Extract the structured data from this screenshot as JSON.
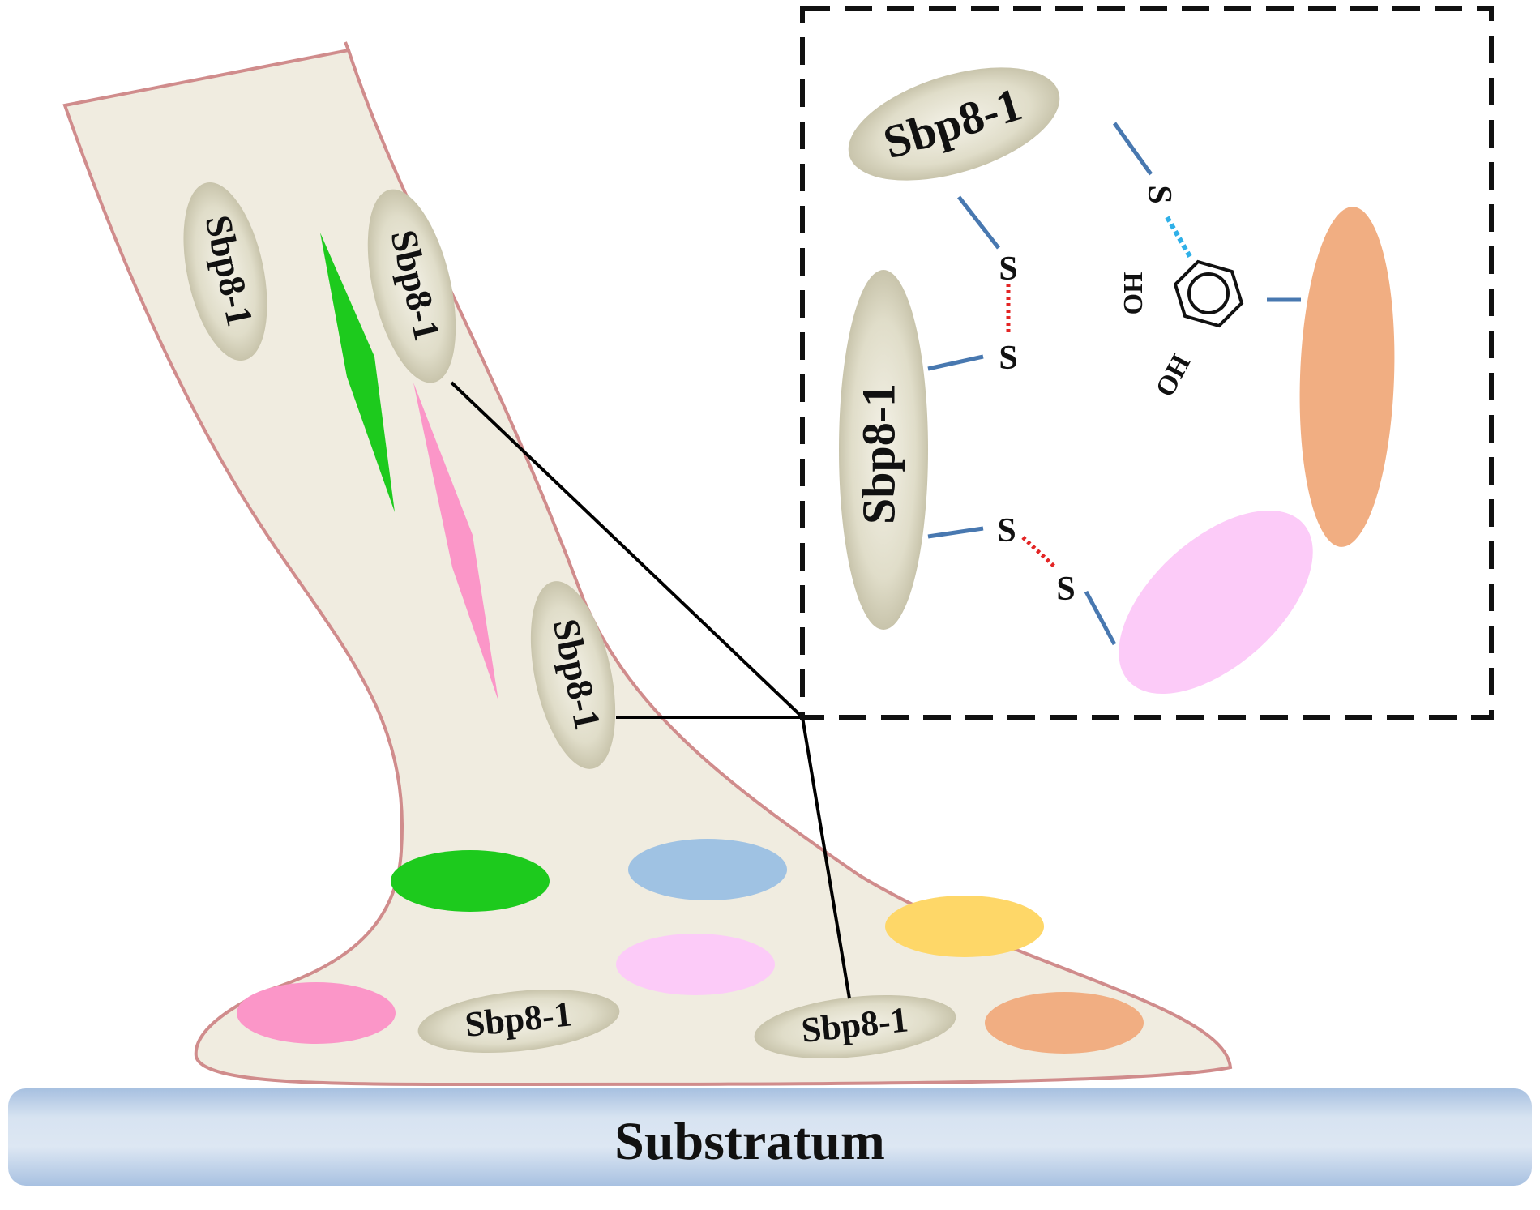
{
  "protein_label": "Sbp8-1",
  "sulfur_label": "S",
  "hydroxyl_label": "HO",
  "hydroxyl_label_2": "OH",
  "substratum_label": "Substratum",
  "colors": {
    "cell_fill": "#f0ece0",
    "cell_outline": "#d08c8c",
    "protein_fill": "#cbc6ab",
    "green": "#1dca1d",
    "pink": "#fb96c8",
    "light_pink": "#fccbf8",
    "blue": "#9fc2e3",
    "yellow": "#fed768",
    "orange": "#f1ae82",
    "bond_line": "#4878b0",
    "disulfide_bond": "#e32525",
    "catechol_bond": "#2fb0e8",
    "substratum": "#b3cbe6"
  }
}
